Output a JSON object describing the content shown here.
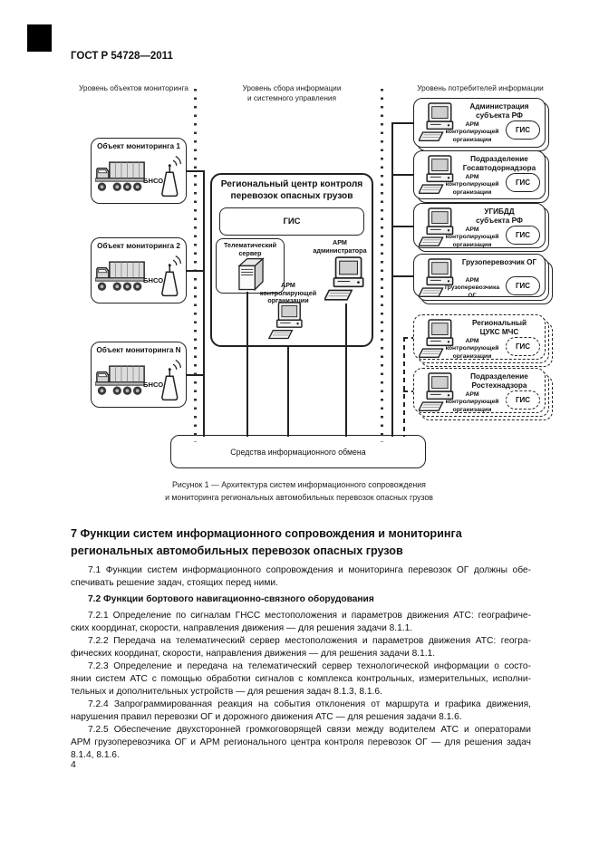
{
  "page": {
    "standard_number": "ГОСТ Р 54728—2011",
    "page_number": "4"
  },
  "figure": {
    "column_headers": {
      "objects": "Уровень объектов мониторинга",
      "collection": "Уровень сбора информации\nи системного управления",
      "consumers": "Уровень потребителей информации"
    },
    "monitoring_objects": [
      {
        "title": "Объект мониторинга 1",
        "device": "БНСО"
      },
      {
        "title": "Объект мониторинга 2",
        "device": "БНСО"
      },
      {
        "title": "Объект мониторинга N",
        "device": "БНСО"
      }
    ],
    "regional_center": {
      "title": "Региональный центр контроля\nперевозок опасных грузов",
      "gis": "ГИС",
      "telematic_server": "Телематический\nсервер",
      "arm_admin": "АРМ\nадминистратора",
      "arm_control": "АРМ\nконтролирующей\nорганизации"
    },
    "exchange": "Средства информационного обмена",
    "consumers": [
      {
        "title": "Администрация\nсубъекта РФ",
        "arm": "АРМ\nконтролирующей\nорганизации",
        "gis": "ГИС"
      },
      {
        "title": "Подразделение\nГосавтодорнадзора",
        "arm": "АРМ\nконтролирующей\nорганизации",
        "gis": "ГИС"
      },
      {
        "title": "УГИБДД\nсубъекта РФ",
        "arm": "АРМ\nконтролирующей\nорганизации",
        "gis": "ГИС"
      },
      {
        "title": "Грузоперевозчик ОГ",
        "arm": "АРМ\nгрузоперевозчика\nОГ",
        "gis": "ГИС"
      },
      {
        "title": "Региональный\nЦУКС МЧС",
        "arm": "АРМ\nконтролирующей\nорганизации",
        "gis": "ГИС"
      },
      {
        "title": "Подразделение\nРостехнадзора",
        "arm": "АРМ\nконтролирующей\nорганизации",
        "gis": "ГИС"
      }
    ],
    "caption": "Рисунок 1 — Архитектура систем информационного сопровождения\nи мониторинга региональных автомобильных перевозок опасных грузов"
  },
  "section": {
    "heading": "7 Функции систем информационного сопровождения и мониторинга\nрегиональных автомобильных перевозок опасных грузов",
    "paragraphs": [
      {
        "bold": false,
        "lines": [
          "7.1 Функции систем информационного сопровождения и мониторинга перевозок ОГ должны обе-",
          "спечивать решение задач, стоящих перед ними."
        ]
      },
      {
        "bold": true,
        "lines": [
          "7.2 Функции бортового навигационно-связного оборудования"
        ]
      },
      {
        "bold": false,
        "lines": [
          "7.2.1 Определение по сигналам ГНСС местоположения и параметров движения АТС: географиче-",
          "ских координат, скорости, направления движения — для решения задачи 8.1.1."
        ]
      },
      {
        "bold": false,
        "lines": [
          "7.2.2 Передача на телематический сервер местоположения и параметров движения АТС: геогра-",
          "фических координат, скорости, направления движения — для решения задачи 8.1.1."
        ]
      },
      {
        "bold": false,
        "lines": [
          "7.2.3 Определение и передача на телематический сервер технологической информации о состо-",
          "янии систем АТС с помощью обработки сигналов с комплекса контрольных, измерительных, исполни-",
          "тельных и дополнительных устройств — для решения задач 8.1.3, 8.1.6."
        ]
      },
      {
        "bold": false,
        "lines": [
          "7.2.4 Запрограммированная реакция на события отклонения от маршрута и графика движения,",
          "нарушения правил перевозки ОГ и дорожного движения АТС — для решения задачи 8.1.6."
        ]
      },
      {
        "bold": false,
        "lines": [
          "7.2.5 Обеспечение двухсторонней громкоговорящей связи между водителем АТС и операторами",
          "АРМ грузоперевозчика ОГ и АРМ регионального центра контроля перевозок ОГ — для решения задач",
          "8.1.4, 8.1.6."
        ]
      }
    ]
  },
  "icons": {
    "truck": "truck-icon",
    "antenna": "antenna-icon",
    "server": "server-icon",
    "computer": "desktop-computer-icon"
  },
  "colors": {
    "ink": "#222222",
    "paper": "#ffffff"
  }
}
